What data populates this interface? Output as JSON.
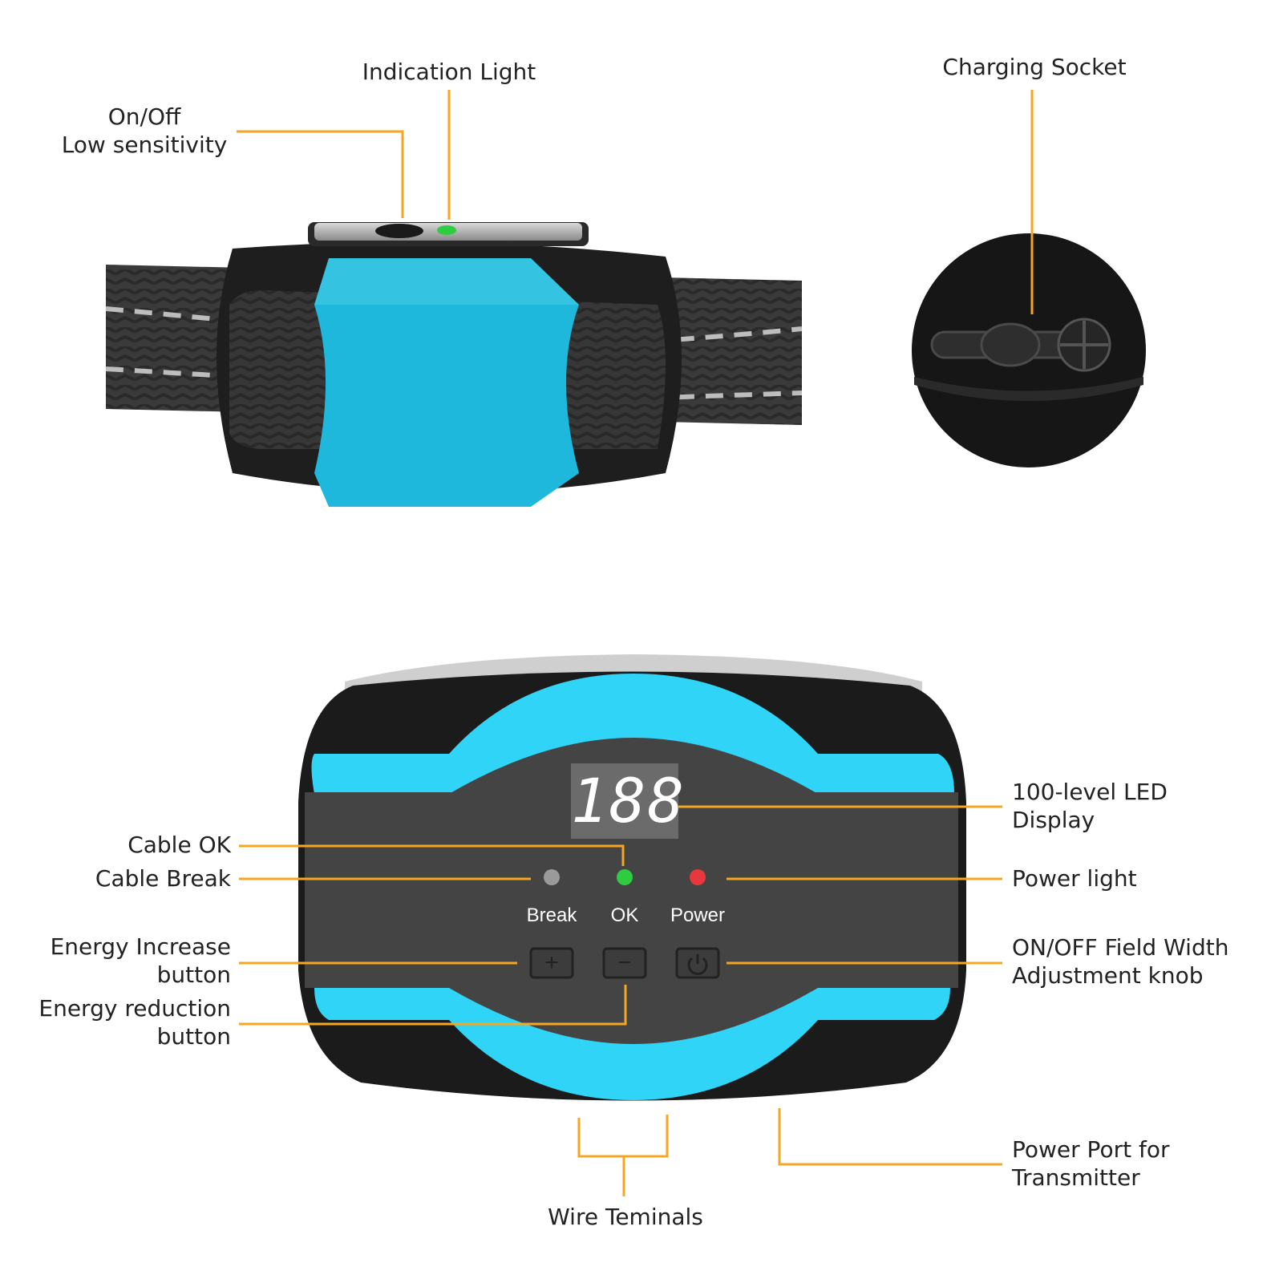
{
  "labels": {
    "on_off": [
      "On/Off",
      "Low sensitivity"
    ],
    "indication_light": "Indication Light",
    "charging_socket": "Charging Socket",
    "cable_ok": "Cable OK",
    "cable_break": "Cable Break",
    "energy_increase": [
      "Energy Increase",
      "button"
    ],
    "energy_reduction": [
      "Energy reduction",
      "button"
    ],
    "led_display": [
      "100-level LED",
      "Display"
    ],
    "power_light": "Power light",
    "field_width": [
      "ON/OFF Field Width",
      "Adjustment knob"
    ],
    "power_port": [
      "Power Port for",
      "Transmitter"
    ],
    "wire_terminals": "Wire Teminals"
  },
  "panel": {
    "display_value": "188",
    "break_label": "Break",
    "ok_label": "OK",
    "power_label": "Power",
    "plus_symbol": "+",
    "minus_symbol": "−"
  },
  "colors": {
    "leader": "#F5A623",
    "accent_blue": "#30D4F7",
    "collar_blue": "#1DB8DC",
    "body_dark": "#1b1b1b",
    "panel_dark": "#444444",
    "led_green": "#2ECC40",
    "led_red": "#E8383D",
    "led_grey": "#9a9a9a"
  },
  "icons": {
    "power_button": "power-icon",
    "plus_button": "plus-icon",
    "minus_button": "minus-icon"
  }
}
